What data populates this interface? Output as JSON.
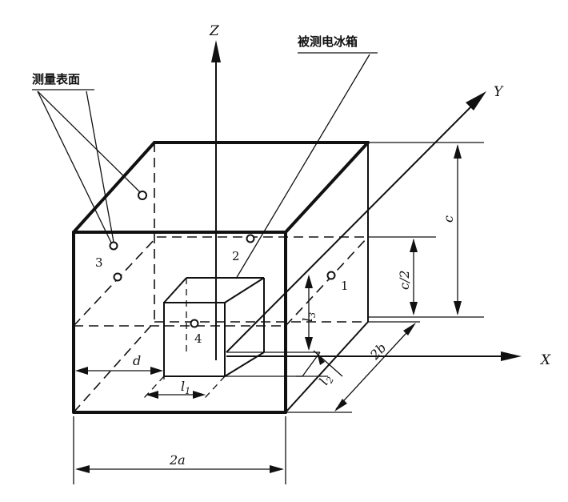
{
  "axes": {
    "z": "Z",
    "y": "Y",
    "x": "X"
  },
  "callouts": {
    "measuring_surface": "测量表面",
    "tested_fridge": "被测电冰箱"
  },
  "points": {
    "p1": "1",
    "p2": "2",
    "p3": "3",
    "p4": "4"
  },
  "dimensions": {
    "c": "c",
    "c_half": "c/2",
    "two_b": "2b",
    "two_a": "2a",
    "d": "d",
    "l1": "l",
    "l1_sub": "1",
    "l2": "l",
    "l2_sub": "2",
    "l3": "l",
    "l3_sub": "3"
  }
}
